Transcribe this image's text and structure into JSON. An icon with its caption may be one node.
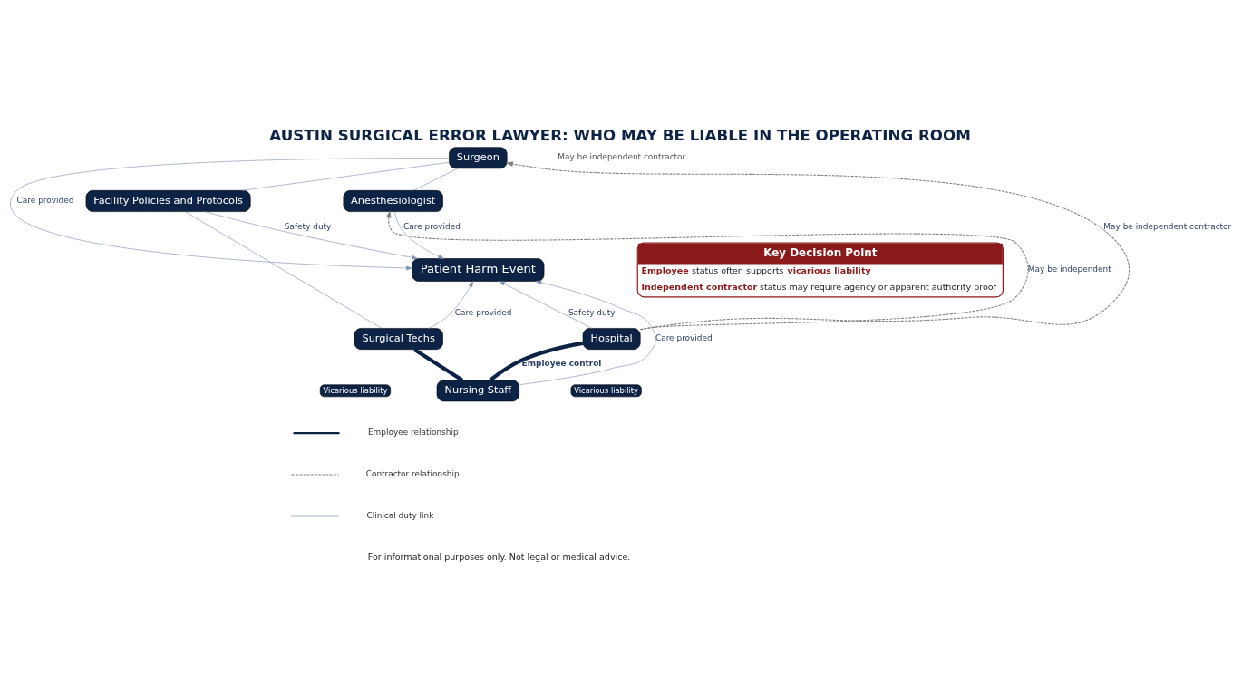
{
  "diagram": {
    "title": "AUSTIN SURGICAL ERROR LAWYER: WHO MAY BE LIABLE IN THE OPERATING ROOM",
    "caption": "For informational purposes only. Not legal or medical advice.",
    "nodes": [
      {
        "text": [
          "Surgeon"
        ]
      },
      {
        "text": [
          "Facility Policies and Protocols"
        ]
      },
      {
        "text": [
          "Anesthesiologist"
        ]
      },
      {
        "text": [
          "Patient Harm Event"
        ]
      },
      {
        "text": [
          "Surgical Techs"
        ]
      },
      {
        "text": [
          "Hospital"
        ]
      },
      {
        "text": [
          "Nursing Staff"
        ]
      },
      {
        "text": [
          "Key Decision Point",
          "**Employee** status often supports **vicarious liability**",
          "**Independent contractor** status may require agency or apparent authority proof"
        ]
      },
      {
        "text": [
          "Vicarious liability"
        ]
      },
      {
        "text": [
          "Vicarious liability"
        ]
      }
    ],
    "edges": [
      {
        "from": 0,
        "to": 3,
        "arrow": "to",
        "label": "Care provided"
      },
      {
        "from": 1,
        "to": 3,
        "arrow": "to",
        "label": "Safety duty"
      },
      {
        "from": 2,
        "to": 3,
        "arrow": "to",
        "label": "Care provided"
      },
      {
        "from": 4,
        "to": 3,
        "arrow": "to",
        "label": "Care provided"
      },
      {
        "from": 5,
        "to": 3,
        "arrow": "to",
        "label": "Safety duty"
      },
      {
        "from": 6,
        "to": 3,
        "arrow": "to",
        "label": "Care provided"
      },
      {
        "from": 0,
        "to": 1,
        "arrow": "none"
      },
      {
        "from": 0,
        "to": 2,
        "arrow": "none"
      },
      {
        "from": 1,
        "to": 4,
        "arrow": "none"
      },
      {
        "from": 4,
        "to": 6,
        "arrow": "none",
        "style": "thick",
        "color": "#0d2346"
      },
      {
        "from": 6,
        "to": 5,
        "arrow": "none",
        "style": "thick",
        "color": "#0d2346",
        "label": "Employee control"
      },
      {
        "from": 5,
        "to": 2,
        "arrow": "to",
        "style": "dashed",
        "color": "#808080",
        "label": "May be independent"
      },
      {
        "from": 5,
        "to": 0,
        "arrow": "to",
        "style": "dashed",
        "color": "#808080",
        "label": "May be independent contractor"
      }
    ],
    "labels": [
      "May be independent contractor"
    ],
    "legend": [
      {
        "text": "Employee relationship"
      },
      {
        "text": "Contractor relationship"
      },
      {
        "text": "Clinical duty link"
      }
    ]
  }
}
